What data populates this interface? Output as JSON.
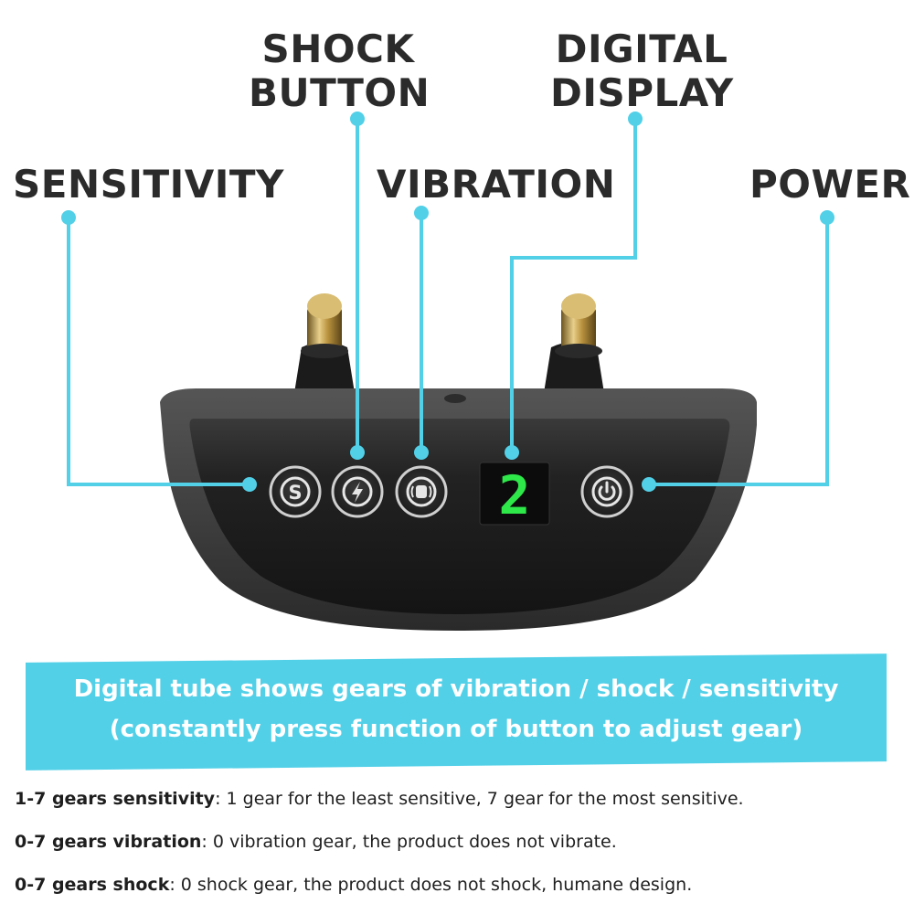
{
  "labels": {
    "sensitivity": "SENSITIVITY",
    "shock_line1": "SHOCK",
    "shock_line2": "BUTTON",
    "vibration": "VIBRATION",
    "display_line1": "DIGITAL",
    "display_line2": "DISPLAY",
    "power": "POWER"
  },
  "device": {
    "display_digit": "2",
    "display_color": "#2ee84a",
    "button_icons": [
      "sensitivity-s-icon",
      "lightning-icon",
      "vibration-icon",
      "power-icon"
    ],
    "sensitivity_glyph": "S"
  },
  "colors": {
    "accent": "#52d0e8",
    "label_text": "#2b2b2b",
    "device_body": "#1c1c1c"
  },
  "banner": {
    "line1": "Digital tube shows gears of vibration / shock / sensitivity",
    "line2": "(constantly press function of button to adjust gear)"
  },
  "notes": [
    {
      "bold": "1-7 gears sensitivity",
      "text": ": 1 gear for the least sensitive, 7 gear for the most sensitive."
    },
    {
      "bold": "0-7 gears vibration",
      "text": ": 0 vibration gear, the product does not vibrate."
    },
    {
      "bold": "0-7 gears shock",
      "text": ": 0 shock gear, the product does not shock, humane design."
    }
  ]
}
